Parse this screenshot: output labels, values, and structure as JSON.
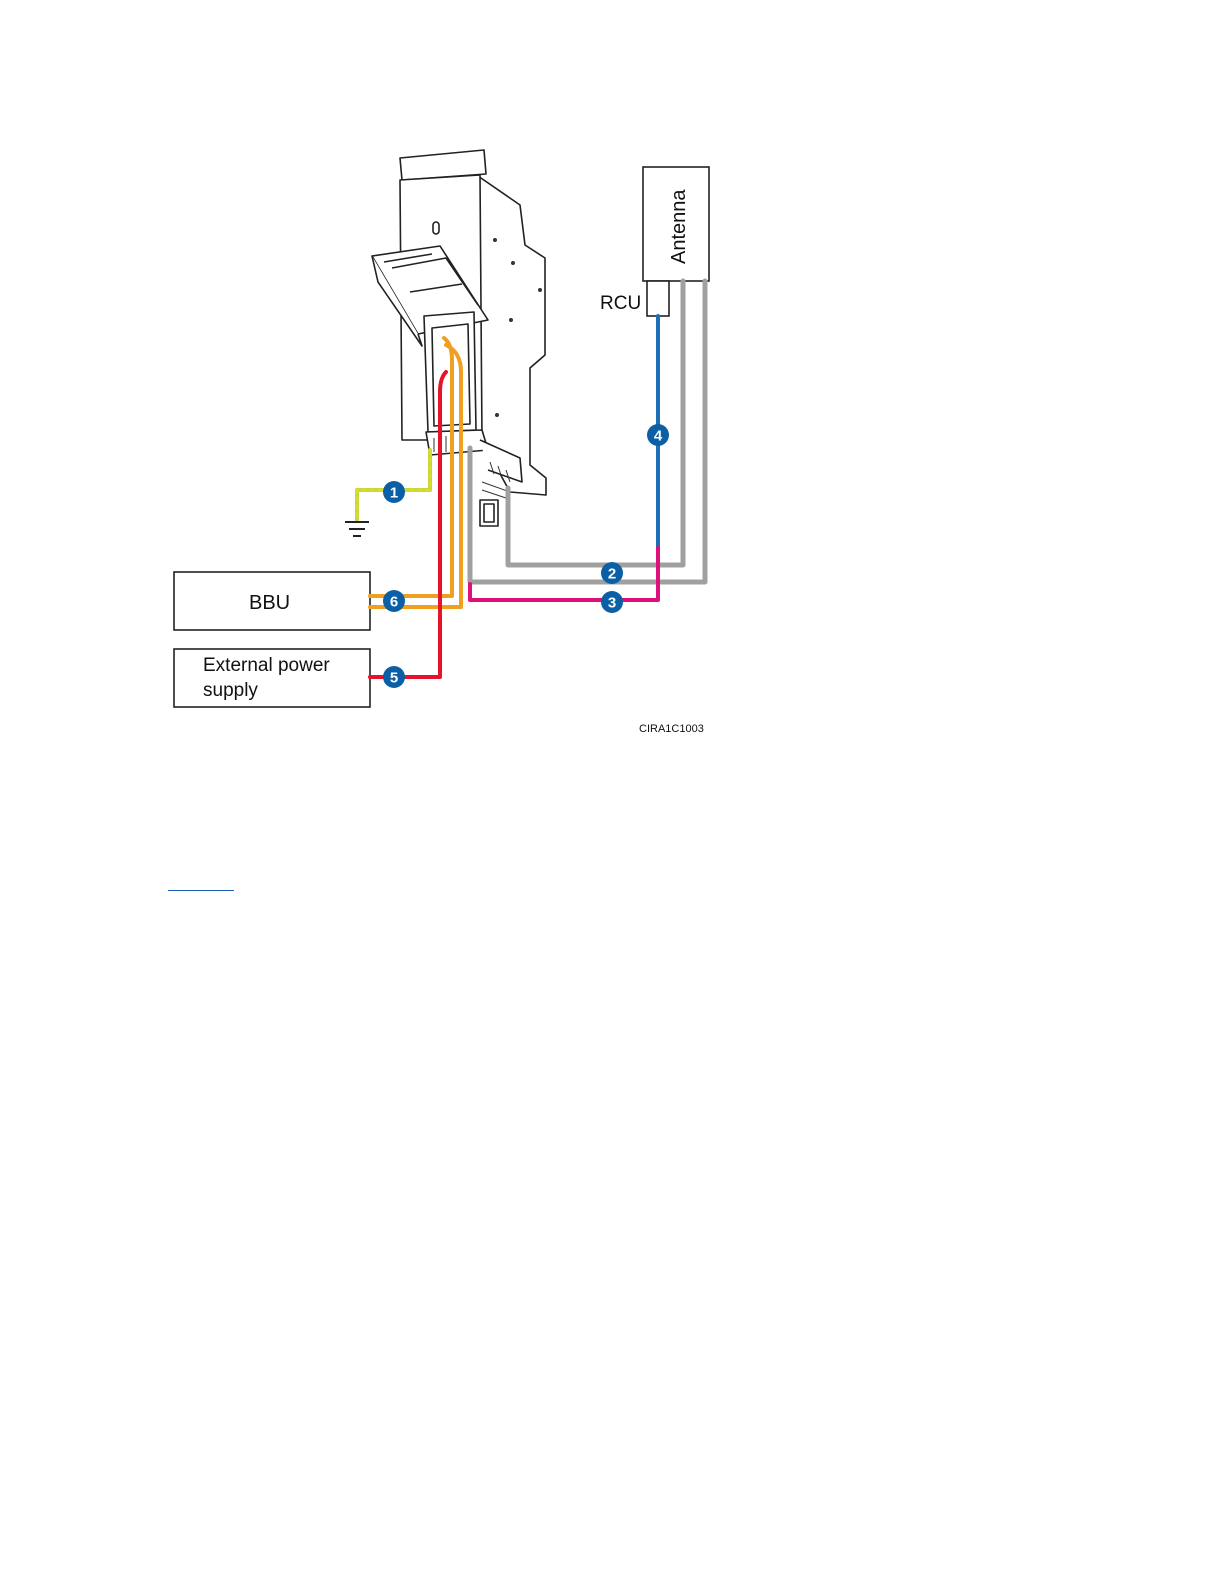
{
  "figure": {
    "labels": {
      "antenna": "Antenna",
      "rcu": "RCU",
      "bbu": "BBU",
      "external_power_line1": "External power",
      "external_power_line2": "supply",
      "figure_id": "CIRA1C1003"
    },
    "callouts": [
      "1",
      "2",
      "3",
      "4",
      "5",
      "6"
    ],
    "cable_colors": {
      "ground": "#c8d838",
      "ground_stripe": "#e6e020",
      "rf_jumper": "#a0a0a0",
      "aisg_cable": "#e0107a",
      "rcu_cable": "#1f6fb8",
      "power_cable": "#e3142b",
      "cpri_fiber": "#f0a020",
      "callout_fill": "#0b5fa5"
    }
  },
  "link": {
    "text": ""
  }
}
